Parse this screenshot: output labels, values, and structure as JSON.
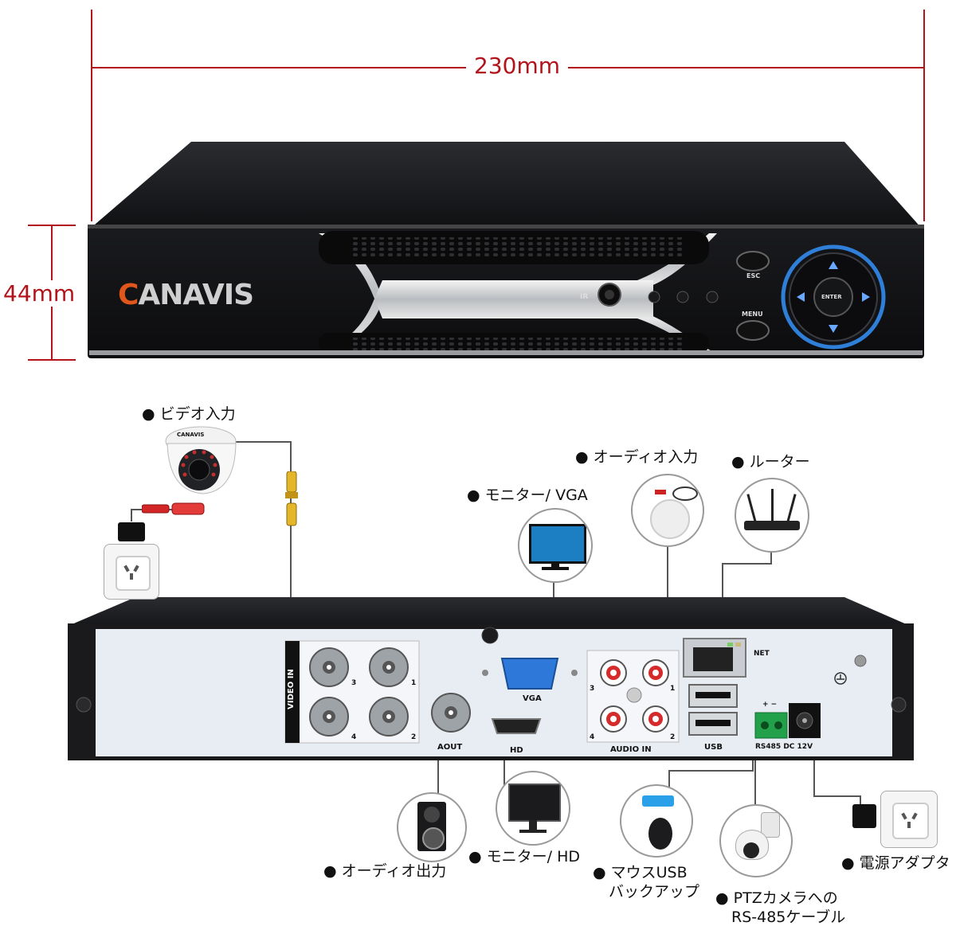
{
  "dimensions": {
    "width_label": "230mm",
    "height_label": "44mm"
  },
  "front_panel": {
    "brand": "CANAVIS",
    "brand_first": "C",
    "brand_rest": "ANAVIS",
    "ir_label": "IR",
    "esc_label": "ESC",
    "menu_label": "MENU",
    "enter_label": "ENTER"
  },
  "camera_badge": "CANAVIS",
  "callouts": {
    "video_in": "ビデオ入力",
    "monitor_vga": "モニター/ VGA",
    "audio_in": "オーディオ入力",
    "router": "ルーター",
    "audio_out": "オーディオ出力",
    "monitor_hd": "モニター/ HD",
    "mouse_usb_line1": "マウスUSB",
    "mouse_usb_line2": "バックアップ",
    "ptz_line1": "PTZカメラへの",
    "ptz_line2": "RS-485ケーブル",
    "power": "電源アダプタ"
  },
  "rear_panel": {
    "video_in": "VIDEO IN",
    "ch1": "1",
    "ch2": "2",
    "ch3": "3",
    "ch4": "4",
    "aout": "AOUT",
    "vga": "VGA",
    "hd": "HD",
    "audio_in": "AUDIO IN",
    "a1": "1",
    "a2": "2",
    "a3": "3",
    "a4": "4",
    "net": "NET",
    "usb": "USB",
    "rs485_dc": "RS485 DC 12V",
    "plus_minus": "+ −"
  },
  "colors": {
    "dimension_red": "#b3141c",
    "logo_orange": "#e0561b",
    "dpad_blue": "#2f7fd8"
  }
}
